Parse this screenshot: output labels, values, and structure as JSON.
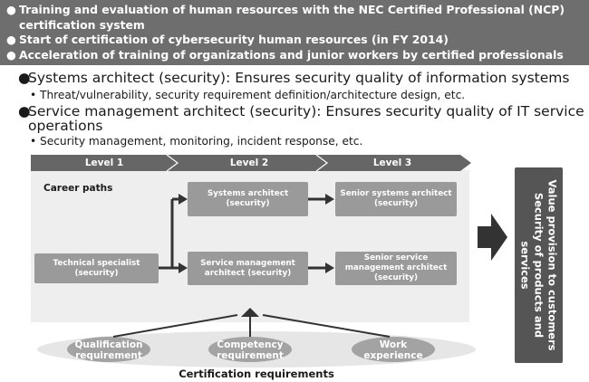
{
  "top_box": {
    "lines": [
      "Training and evaluation of human resources with the NEC Certified Professional (NCP)",
      "certification system",
      "Start of certification of cybersecurity human resources (in FY 2014)",
      "Acceleration of training of organizations and junior workers by certified professionals"
    ],
    "bullet": "●"
  },
  "bullets": [
    {
      "title": "Systems architect (security): Ensures security quality of information systems",
      "sub": "Threat/vulnerability, security requirement definition/architecture design, etc."
    },
    {
      "title_line1": "Service management architect (security): Ensures security quality of IT service",
      "title_line2": "operations",
      "sub": "Security management, monitoring, incident response, etc."
    }
  ],
  "levels": [
    "Level 1",
    "Level 2",
    "Level 3"
  ],
  "career_paths_label": "Career paths",
  "boxes": {
    "technical_specialist": "Technical specialist (security)",
    "systems_architect": "Systems architect (security)",
    "service_management_architect": "Service management architect (security)",
    "senior_systems_architect": "Senior systems architect (security)",
    "senior_service_management_architect": "Senior service management architect (security)"
  },
  "requirements": [
    {
      "line1": "Qualification",
      "line2": "requirement"
    },
    {
      "line1": "Competency",
      "line2": "requirement"
    },
    {
      "line1": "Work",
      "line2": "experience"
    }
  ],
  "certification_label": "Certification requirements",
  "value_box": {
    "line1": "Value provision to customers",
    "line2": "Security of products and services"
  },
  "colors": {
    "top_box_bg": "#6e6e6e",
    "level_bar": "#666666",
    "box_bg": "#9a9a9a",
    "diagram_bg": "#eeeeee",
    "value_box_bg": "#555555",
    "arrow": "#333333"
  }
}
